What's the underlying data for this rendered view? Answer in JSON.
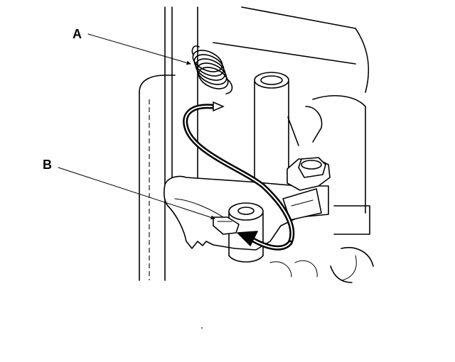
{
  "callouts": {
    "a": {
      "label": "A",
      "part": "spring"
    },
    "b": {
      "label": "B",
      "part": "lever-tab"
    }
  },
  "icons": [
    "coil-spring-icon",
    "hook-arrow-icon",
    "hex-bolt-icon"
  ],
  "colors": {
    "line": "#000000",
    "background": "#ffffff"
  }
}
